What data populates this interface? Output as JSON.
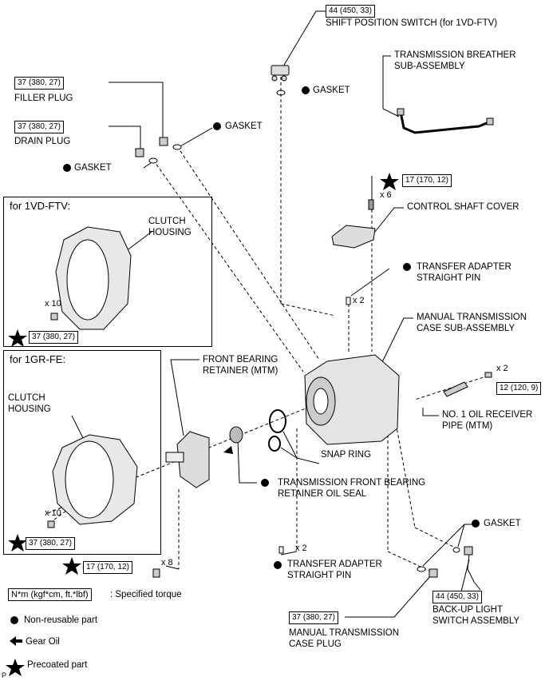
{
  "labels": {
    "shift_switch": "SHIFT POSITION SWITCH (for 1VD-FTV)",
    "gasket": "GASKET",
    "breather_1": "TRANSMISSION BREATHER",
    "breather_2": "SUB-ASSEMBLY",
    "filler_plug": "FILLER PLUG",
    "drain_plug": "DRAIN PLUG",
    "control_shaft_cover": "CONTROL SHAFT COVER",
    "transfer_pin_1": "TRANSFER ADAPTER",
    "transfer_pin_2": "STRAIGHT PIN",
    "case_1": "MANUAL TRANSMISSION",
    "case_2": "CASE SUB-ASSEMBLY",
    "for_1vd": "for 1VD-FTV:",
    "for_1gr": "for 1GR-FE:",
    "clutch_1": "CLUTCH",
    "clutch_2": "HOUSING",
    "front_bearing_1": "FRONT BEARING",
    "front_bearing_2": "RETAINER (MTM)",
    "oil_receiver_1": "NO. 1 OIL RECEIVER",
    "oil_receiver_2": "PIPE (MTM)",
    "snap_ring": "SNAP RING",
    "oil_seal_1": "TRANSMISSION FRONT BEARING",
    "oil_seal_2": "RETAINER OIL SEAL",
    "backup_1": "BACK-UP LIGHT",
    "backup_2": "SWITCH ASSEMBLY",
    "case_plug_1": "MANUAL TRANSMISSION",
    "case_plug_2": "CASE PLUG",
    "corner": "P"
  },
  "torques": {
    "shift_switch": "44 (450, 33)",
    "filler_plug": "37 (380, 27)",
    "drain_plug": "37 (380, 27)",
    "control_cover": "17 (170, 12)",
    "clutch_1vd": "37 (380, 27)",
    "oil_receiver": "12 (120, 9)",
    "clutch_1gr": "37 (380, 27)",
    "retainer_bolt": "17 (170, 12)",
    "case_plug": "37 (380, 27)",
    "backup_switch": "44 (450, 33)"
  },
  "counts": {
    "control_cover": "x 6",
    "transfer_pin_top": "x 2",
    "clutch_1vd": "x 10",
    "oil_receiver": "x 2",
    "clutch_1gr": "x 10",
    "retainer_bolt": "x 8",
    "transfer_pin_bottom": "x 2"
  },
  "legend": {
    "torque_box": "N*m (kgf*cm, ft.*lbf)",
    "torque_text": ": Specified torque",
    "non_reusable": "Non-reusable part",
    "gear_oil": "Gear Oil",
    "precoated": "Precoated part"
  }
}
